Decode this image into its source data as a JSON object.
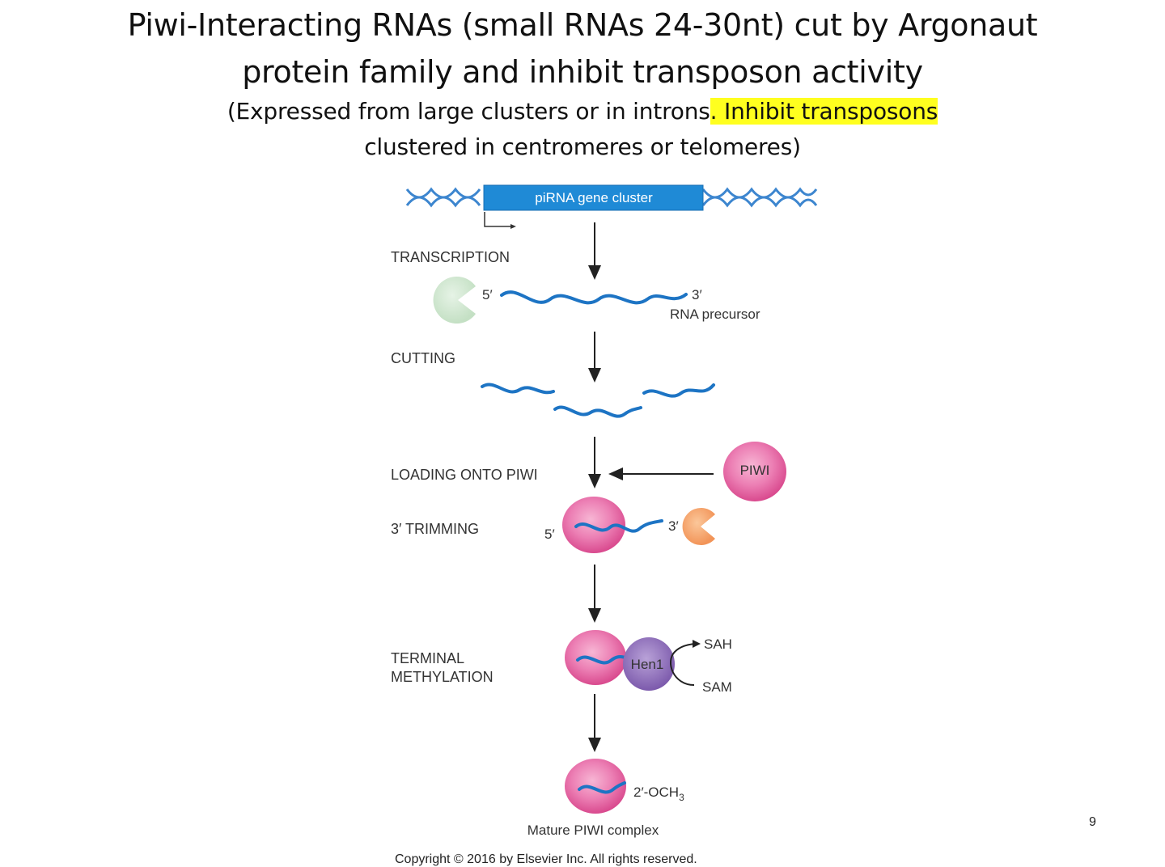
{
  "title": {
    "line1": "Piwi-Interacting RNAs (small RNAs 24-30nt) cut by Argonaut",
    "line2": "protein family and inhibit transposon activity"
  },
  "subtitle": {
    "part1": "(Expressed from large clusters or in introns",
    "highlight": ". Inhibit transposons",
    "line2": "clustered in centromeres or telomeres)"
  },
  "diagram": {
    "cluster_label": "piRNA gene cluster",
    "steps": {
      "transcription": "TRANSCRIPTION",
      "cutting": "CUTTING",
      "loading": "LOADING ONTO PIWI",
      "trimming": "3′ TRIMMING",
      "methylation_1": "TERMINAL",
      "methylation_2": "METHYLATION"
    },
    "labels": {
      "five_prime": "5′",
      "three_prime": "3′",
      "rna_precursor": "RNA precursor",
      "piwi": "PIWI",
      "hen1": "Hen1",
      "sah": "SAH",
      "sam": "SAM",
      "och3_main": "2′-OCH",
      "och3_sub": "3",
      "mature": "Mature PIWI complex"
    },
    "colors": {
      "dna_blue": "#2f7fc8",
      "cluster_blue": "#1f8ad6",
      "rna_blue": "#1d74c4",
      "piwi_pink": "#e0579a",
      "hen1_purple": "#8d6bb8",
      "nuclease_green": "#cfe6cf",
      "nuclease_orange": "#f4a468"
    }
  },
  "footer": {
    "page_number": "9",
    "copyright": "Copyright © 2016 by Elsevier Inc. All rights reserved."
  }
}
